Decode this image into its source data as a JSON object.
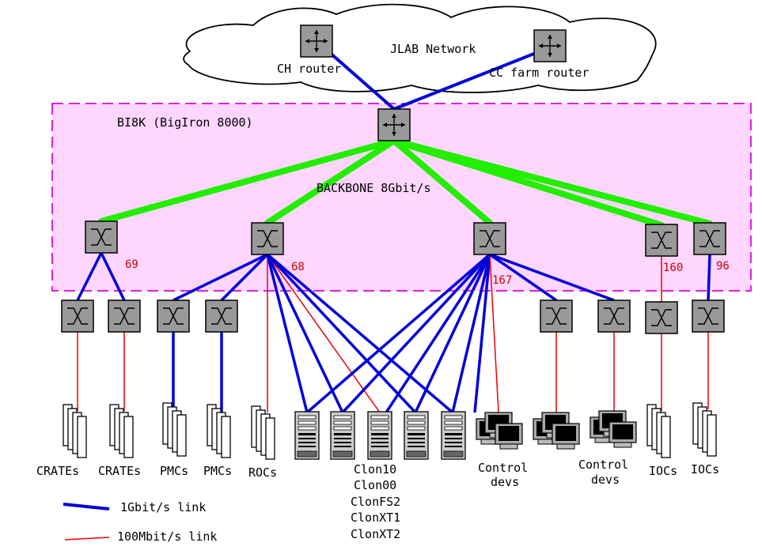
{
  "cloud_label": "JLAB Network",
  "zone_label": "BI8K (BigIron 8000)",
  "backbone_label": "BACKBONE 8Gbit/s",
  "routers": {
    "ch": "CH router",
    "cc": "CC farm router"
  },
  "port_numbers": [
    "69",
    "68",
    "167",
    "160",
    "96"
  ],
  "device_groups": {
    "crates_a": "CRATEs",
    "crates_b": "CRATEs",
    "pmcs_a": "PMCs",
    "pmcs_b": "PMCs",
    "rocs": "ROCs",
    "control_a": [
      "Control",
      "devs"
    ],
    "control_b": [
      "Control",
      "devs"
    ],
    "iocs_a": "IOCs",
    "iocs_b": "IOCs"
  },
  "servers": [
    "Clon10",
    "Clon00",
    "ClonFS2",
    "ClonXT1",
    "ClonXT2"
  ],
  "legend": [
    {
      "label": "1Gbit/s link",
      "color": "#0000dd"
    },
    {
      "label": "100Mbit/s link",
      "color": "#ee0000"
    }
  ],
  "colors": {
    "gigabit": "#0000dd",
    "fast": "#ee0000",
    "backbone": "#22ee00",
    "zone_fill": "#ffd6ff",
    "zone_border": "#e020e0",
    "switch": "#999999"
  }
}
